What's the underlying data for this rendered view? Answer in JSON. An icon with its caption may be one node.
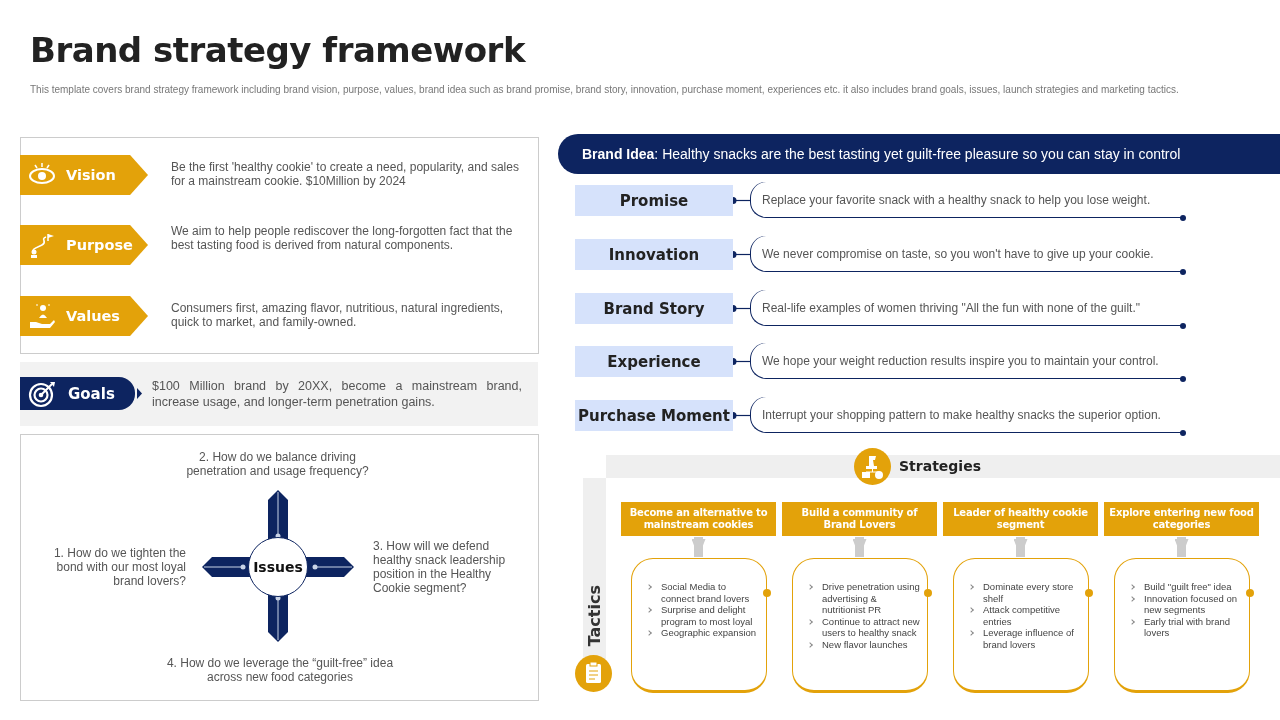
{
  "diagram": {
    "title": "Brand strategy framework",
    "nodes": [
      {
        "text": [
          "Vision"
        ],
        "beside": [
          "Be the first 'healthy cookie' to create a need, popularity, and sales for a mainstream cookie. $10Million by 2024"
        ]
      },
      {
        "text": [
          "Purpose"
        ],
        "beside": [
          "We aim to help people rediscover the long-forgotten fact that the best tasting food is derived from natural components."
        ]
      },
      {
        "text": [
          "Values"
        ],
        "beside": [
          "Consumers first, amazing flavor, nutritious, natural ingredients, quick to market, and family-owned."
        ]
      },
      {
        "text": [
          "Goals"
        ],
        "beside": [
          "$100 Million brand by 20XX, become a mainstream brand, increase usage, and longer-term penetration gains."
        ]
      },
      {
        "text": [
          "Issues"
        ]
      },
      {
        "text": [
          "**Brand Idea**: Healthy snacks are the best tasting yet guilt-free pleasure so you can stay in control"
        ]
      },
      {
        "text": [
          "Promise"
        ]
      },
      {
        "text": [
          "Replace your favorite snack with a healthy snack to help you lose weight."
        ]
      },
      {
        "text": [
          "Innovation"
        ]
      },
      {
        "text": [
          "We never compromise on taste, so you won't have to give up your cookie."
        ]
      },
      {
        "text": [
          "Brand Story"
        ]
      },
      {
        "text": [
          "Real-life examples of women thriving \"All the fun with none of the guilt.\""
        ]
      },
      {
        "text": [
          "Experience"
        ]
      },
      {
        "text": [
          "We hope your weight reduction results inspire you to maintain your control."
        ]
      },
      {
        "text": [
          "Purchase Moment"
        ]
      },
      {
        "text": [
          "Interrupt your shopping pattern to make healthy snacks the superior option."
        ]
      },
      {
        "text": [
          "Strategies"
        ]
      },
      {
        "text": [
          "Become an alternative to mainstream cookies"
        ]
      },
      {
        "text": [
          "Social Media to connect brand lovers",
          "Surprise and delight program to most loyal",
          "Geographic expansion"
        ]
      },
      {
        "text": [
          "Build a community of Brand Lovers"
        ]
      },
      {
        "text": [
          "Drive penetration using advertising & nutritionist PR",
          "Continue to attract new users to healthy snack",
          "New flavor launches"
        ]
      },
      {
        "text": [
          "Leader of healthy cookie segment"
        ]
      },
      {
        "text": [
          "Dominate every store shelf",
          "Attack competitive entries",
          "Leverage influence of brand lovers"
        ]
      },
      {
        "text": [
          "Explore entering new food categories"
        ]
      },
      {
        "text": [
          "Build \"guilt free\" idea",
          "Innovation focused on new segments",
          "Early trial with brand lovers"
        ]
      }
    ],
    "edges": [
      {
        "from": 6,
        "to": 7,
        "arrow": "other"
      },
      {
        "from": 8,
        "to": 9,
        "arrow": "other"
      },
      {
        "from": 10,
        "to": 11,
        "arrow": "other"
      },
      {
        "from": 12,
        "to": 13,
        "arrow": "other"
      },
      {
        "from": 14,
        "to": 15,
        "arrow": "other"
      },
      {
        "from": 17,
        "to": 18,
        "arrow": "to",
        "style": "thick",
        "color": "#cccccc"
      },
      {
        "from": 19,
        "to": 20,
        "arrow": "to",
        "style": "thick",
        "color": "#cccccc"
      },
      {
        "from": 21,
        "to": 22,
        "arrow": "to",
        "style": "thick",
        "color": "#cccccc"
      },
      {
        "from": 23,
        "to": 24,
        "arrow": "to",
        "style": "thick",
        "color": "#cccccc"
      }
    ],
    "labels": [
      "This template covers brand strategy framework including brand vision, purpose, values, brand idea such as brand promise, brand story, innovation, purchase moment, experiences etc. it also includes brand goals, issues, launch strategies and marketing tactics.",
      "2. How do we balance driving penetration and usage frequency?",
      "1. How do we tighten the bond with our most loyal brand lovers?",
      "3. How will we defend healthy snack leadership position in the Healthy Cookie segment?",
      "4. How do we leverage the “guilt-free” idea across new food categories",
      "Tactics"
    ]
  }
}
